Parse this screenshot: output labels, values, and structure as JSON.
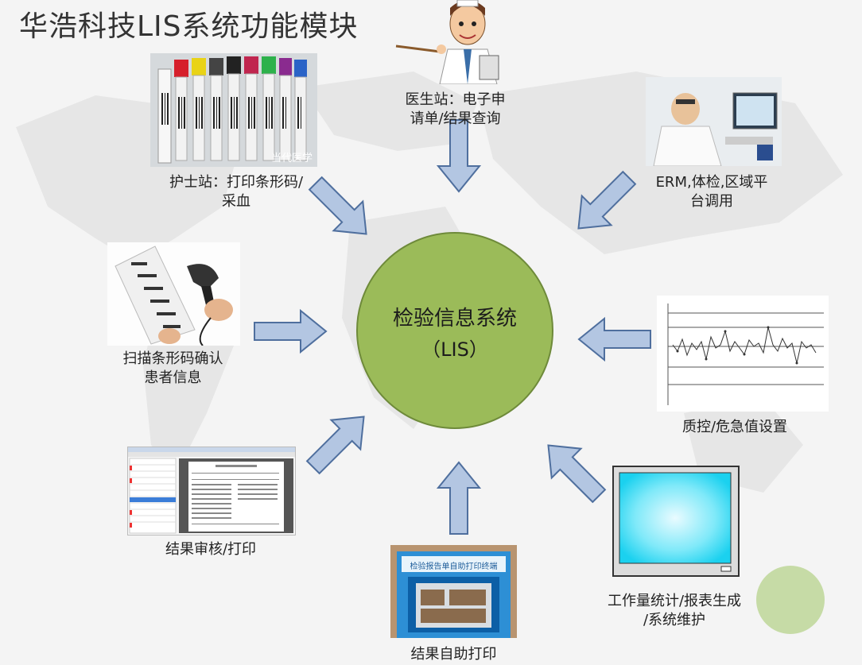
{
  "title": "华浩科技LIS系统功能模块",
  "center": {
    "title": "检验信息系统",
    "subtitle": "（LIS）",
    "color": "#9bbb59"
  },
  "modules": {
    "nurse": {
      "line1": "护士站：打印条形码/",
      "line2": "采血",
      "photo_caption": "当代医学"
    },
    "doctor": {
      "line1": "医生站：电子申",
      "line2": "请单/结果查询"
    },
    "erm": {
      "line1": "ERM,体检,区域平",
      "line2": "台调用"
    },
    "scan": {
      "line1": "扫描条形码确认",
      "line2": "患者信息"
    },
    "qc": {
      "label": "质控/危急值设置"
    },
    "review": {
      "label": "结果审核/打印"
    },
    "selfprint": {
      "label": "结果自助打印",
      "kiosk_text": "检验报告单自助打印终端"
    },
    "stats": {
      "line1": "工作量统计/报表生成",
      "line2": "/系统维护"
    }
  },
  "colors": {
    "arrow_fill": "#b3c6e2",
    "arrow_stroke": "#4f6f9e",
    "deco_circle": "#c6dba6"
  }
}
